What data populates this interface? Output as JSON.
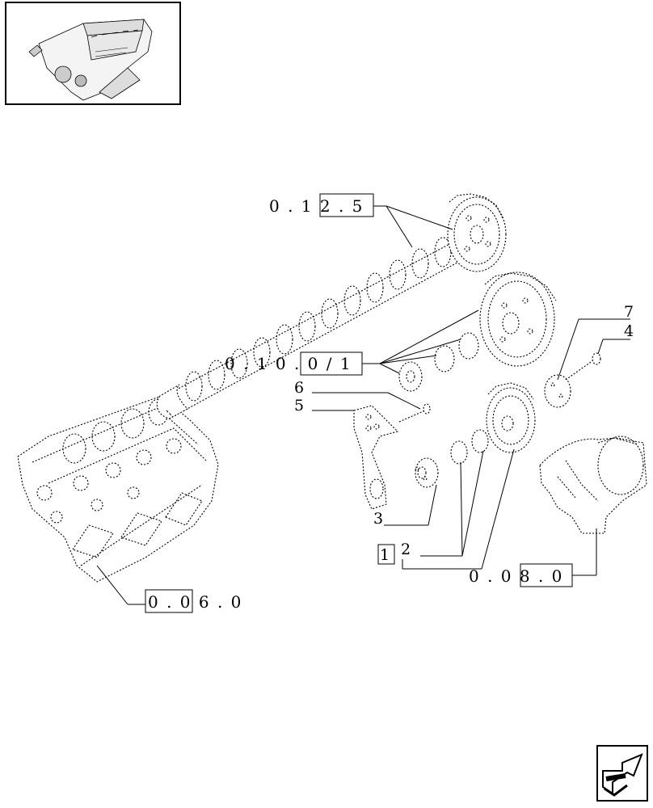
{
  "thumbnail": {
    "icon": "engine-icon"
  },
  "references": {
    "top": "0 . 1 2 . 5",
    "middle": "0 . 1 0 . 0 / 1",
    "lower_right": "0 . 0 8 . 0",
    "lower_left": "0 . 0 6 . 0"
  },
  "callouts": {
    "c7": "7",
    "c4": "4",
    "c6": "6",
    "c5": "5",
    "c3": "3",
    "c2": "2",
    "c1": "1"
  },
  "nav": {
    "icon": "next-page-arrow-icon"
  }
}
